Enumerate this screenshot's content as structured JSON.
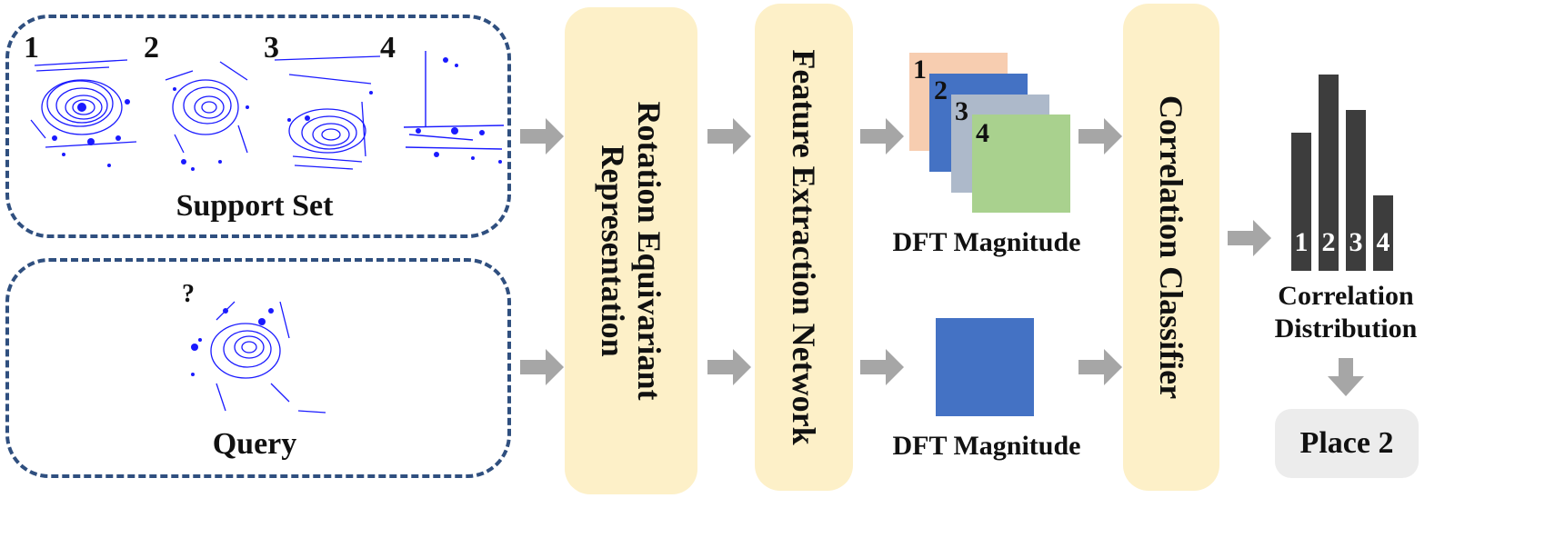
{
  "support_set": {
    "label": "Support Set",
    "scan_numbers": [
      "1",
      "2",
      "3",
      "4"
    ]
  },
  "query": {
    "label": "Query",
    "marker": "?"
  },
  "modules": {
    "rotation": "Rotation Equivariant Representation",
    "feature": "Feature Extraction Network",
    "classifier": "Correlation Classifier"
  },
  "dft": {
    "top_label": "DFT Magnitude",
    "bottom_label": "DFT Magnitude",
    "stack_numbers": [
      "1",
      "2",
      "3",
      "4"
    ],
    "stack_colors": [
      "#f7cdb0",
      "#4472c4",
      "#adb9ca",
      "#a9d18e"
    ],
    "query_color": "#4472c4"
  },
  "correlation": {
    "label": "Correlation Distribution",
    "categories": [
      "1",
      "2",
      "3",
      "4"
    ],
    "values": [
      0.62,
      0.88,
      0.72,
      0.34
    ],
    "bar_color": "#3d3d3d"
  },
  "result": {
    "label": "Place 2"
  },
  "colors": {
    "arrow": "#a6a6a6",
    "module_fill": "#fdf0c8",
    "dash_border": "#2f4f7f",
    "scan_points": "#1a1aff"
  }
}
